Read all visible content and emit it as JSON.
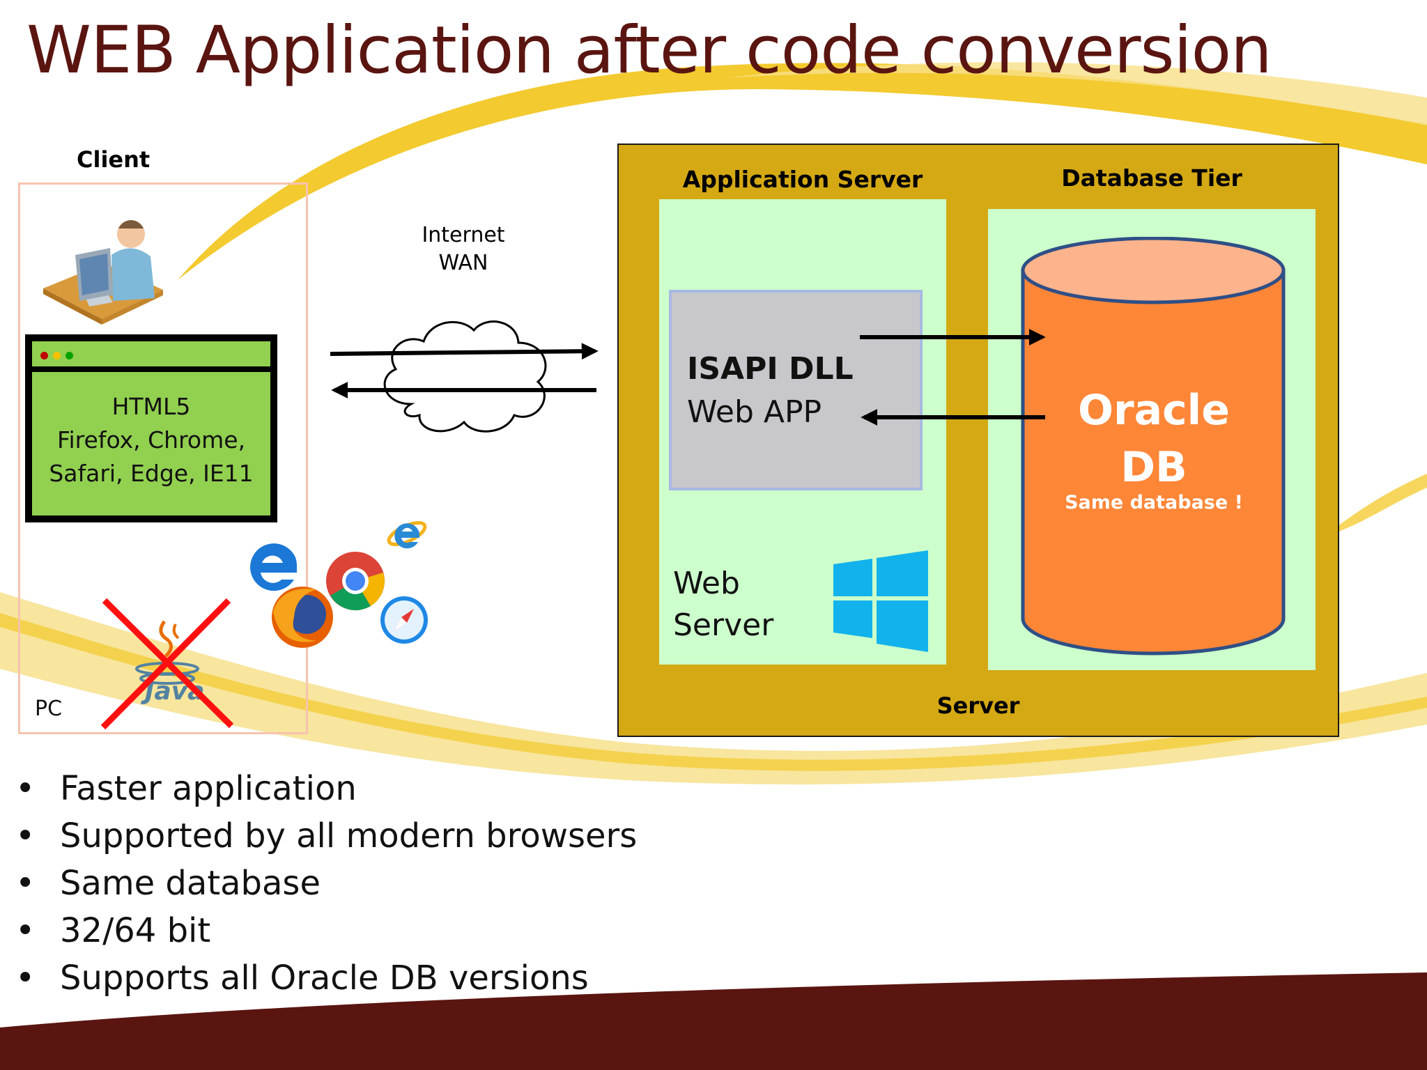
{
  "title": "WEB Application after code conversion",
  "client": {
    "label": "Client",
    "pc_label": "PC",
    "browser_lines": [
      "HTML5",
      "Firefox, Chrome,",
      "Safari, Edge, IE11"
    ],
    "icons": [
      "user-at-computer-icon",
      "edge-icon",
      "chrome-icon",
      "firefox-icon",
      "internet-explorer-icon",
      "safari-icon",
      "java-logo-icon",
      "red-cross-icon"
    ]
  },
  "network": {
    "lines": [
      "Internet",
      "WAN"
    ],
    "icon": "cloud-icon"
  },
  "server": {
    "label": "Server",
    "application_server": {
      "label": "Application Server",
      "isapi_title": "ISAPI DLL",
      "isapi_subtitle": "Web APP",
      "web_server_lines": [
        "Web",
        "Server"
      ],
      "icon": "windows-logo-icon"
    },
    "database_tier": {
      "label": "Database Tier",
      "db_lines": [
        "Oracle",
        "DB"
      ],
      "db_note": "Same database !"
    }
  },
  "bullets": [
    "Faster application",
    "Supported by all modern browsers",
    "Same database",
    "32/64 bit",
    "Supports all Oracle DB versions"
  ],
  "colors": {
    "title": "#5a1510",
    "server_frame": "#d4a914",
    "panel_green": "#ccffcc",
    "browser_green": "#92d050",
    "database_orange": "#fe8637",
    "database_top": "#fdb38b",
    "footer_band": "#5a1510",
    "swoosh_yellow": "#f2c418"
  }
}
